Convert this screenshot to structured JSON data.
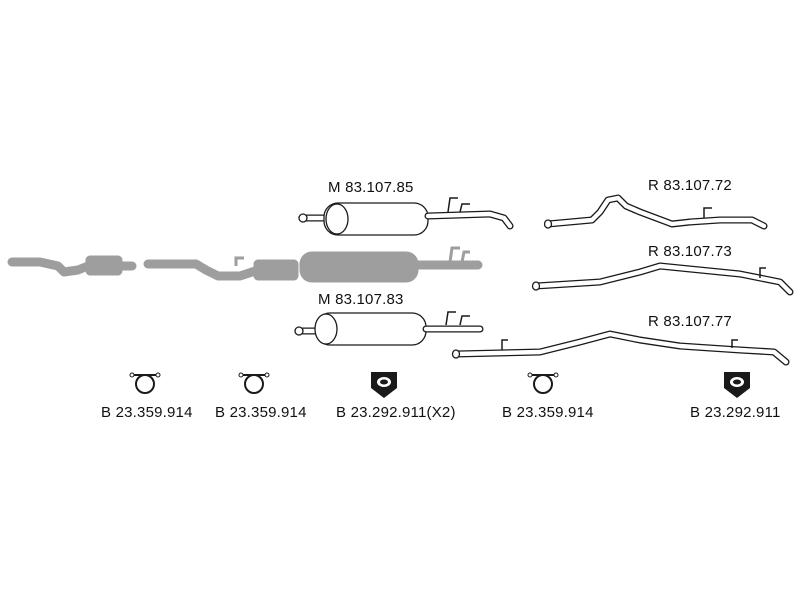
{
  "parts": {
    "m_upper": "M 83.107.85",
    "m_lower": "M 83.107.83",
    "r_top": "R 83.107.72",
    "r_mid": "R 83.107.73",
    "r_bottom": "R 83.107.77"
  },
  "fittings": {
    "clamp_1": "B 23.359.914",
    "clamp_2": "B 23.359.914",
    "gasket_1": "B 23.292.911(X2)",
    "clamp_3": "B 23.359.914",
    "gasket_2": "B 23.292.911"
  },
  "colors": {
    "line": "#1a1a1a",
    "ghost": "#9e9e9e",
    "background": "#ffffff"
  }
}
